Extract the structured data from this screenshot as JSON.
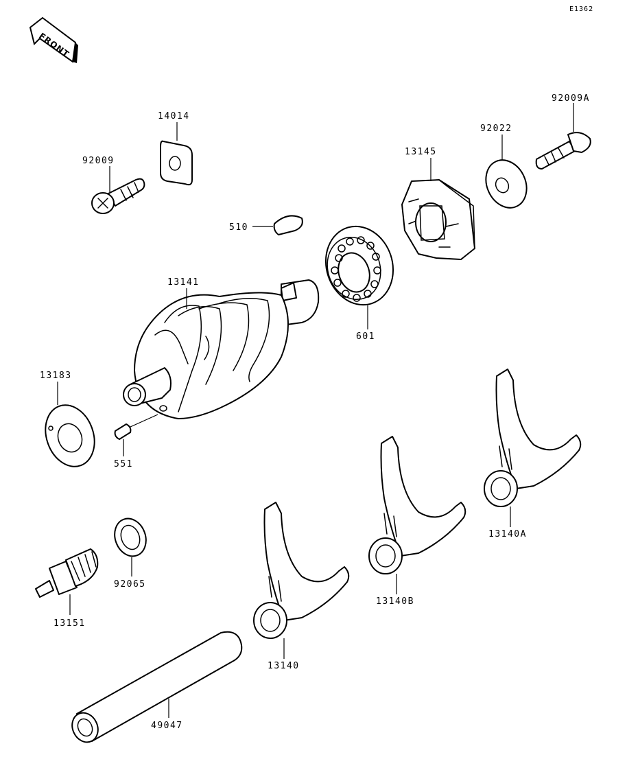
{
  "diagram": {
    "code": "E1362",
    "front_label": "FRONT",
    "parts": {
      "p92009": "92009",
      "p14014": "14014",
      "p510": "510",
      "p13141": "13141",
      "p13145": "13145",
      "p92022": "92022",
      "p92009A": "92009A",
      "p601": "601",
      "p13183": "13183",
      "p551": "551",
      "p92065": "92065",
      "p13151": "13151",
      "p13140": "13140",
      "p13140B": "13140B",
      "p13140A": "13140A",
      "p49047": "49047"
    }
  }
}
